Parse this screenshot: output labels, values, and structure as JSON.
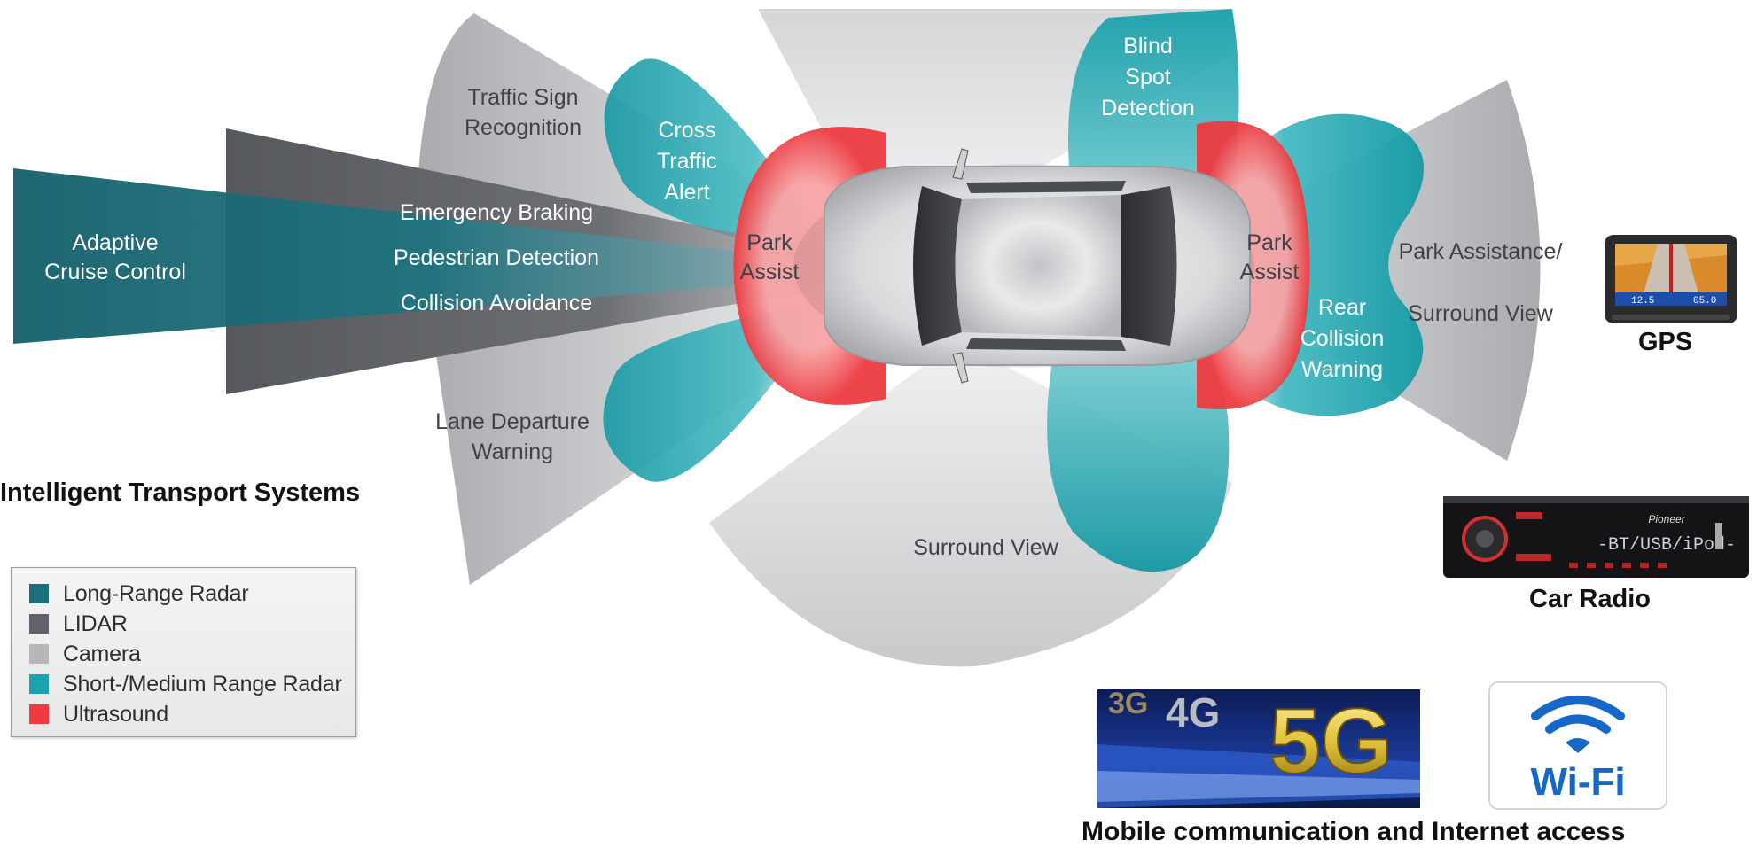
{
  "title": "Intelligent Transport Systems",
  "colors": {
    "long_range_radar": "#1b6f7b",
    "lidar": "#5f6268",
    "camera": "#b5b7ba",
    "short_medium_radar": "#1aa3ad",
    "ultrasound": "#ef3a3f"
  },
  "zones": {
    "adaptive_cruise": [
      "Adaptive",
      "Cruise Control"
    ],
    "traffic_sign": [
      "Traffic Sign",
      "Recognition"
    ],
    "cross_traffic": [
      "Cross",
      "Traffic",
      "Alert"
    ],
    "emergency_braking": "Emergency Braking",
    "pedestrian_detection": "Pedestrian Detection",
    "collision_avoidance": "Collision Avoidance",
    "park_assist_front": [
      "Park",
      "Assist"
    ],
    "lane_departure": [
      "Lane Departure",
      "Warning"
    ],
    "blind_spot": [
      "Blind",
      "Spot",
      "Detection"
    ],
    "park_assist_rear": [
      "Park",
      "Assist"
    ],
    "rear_collision": [
      "Rear",
      "Collision",
      "Warning"
    ],
    "park_assistance_surround": [
      "Park Assistance/",
      "Surround View"
    ],
    "surround_view": "Surround View"
  },
  "legend": [
    {
      "label": "Long-Range Radar",
      "color": "#1b6f7b"
    },
    {
      "label": "LIDAR",
      "color": "#5f6268"
    },
    {
      "label": "Camera",
      "color": "#b5b7ba"
    },
    {
      "label": "Short-/Medium Range Radar",
      "color": "#1aa3ad"
    },
    {
      "label": "Ultrasound",
      "color": "#ef3a3f"
    }
  ],
  "devices": {
    "gps_label": "GPS",
    "gps_screen": {
      "left": "12.5",
      "right": "05.0"
    },
    "radio_label": "Car Radio",
    "radio_brand": "Pioneer",
    "radio_display": "-BT/USB/iPod-",
    "network_labels": [
      "3G",
      "4G",
      "5G"
    ],
    "wifi_text": "Wi-Fi",
    "mobile_label": "Mobile communication and Internet access"
  }
}
